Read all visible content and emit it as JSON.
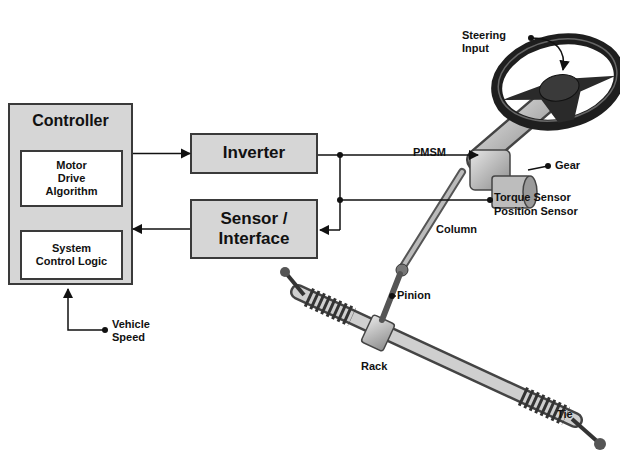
{
  "diagram": {
    "nodes": [
      {
        "text": [
          "Controller"
        ]
      },
      {
        "text": [
          "Motor Drive Algorithm"
        ],
        "in": 0
      },
      {
        "text": [
          "System Control Logic"
        ],
        "in": 0
      },
      {
        "text": [
          "Inverter"
        ]
      },
      {
        "text": [
          "Sensor / Interface"
        ]
      }
    ],
    "edges": [
      {
        "from": 0,
        "to": 3,
        "arrow": "to"
      },
      {
        "from": 4,
        "to": 0,
        "arrow": "to"
      }
    ],
    "labels": [
      "Steering Input",
      "PMSM",
      "Gear",
      "Torque Sensor",
      "Position Sensor",
      "Column",
      "Pinion",
      "Vehicle Speed",
      "Rack",
      "Tie"
    ]
  }
}
